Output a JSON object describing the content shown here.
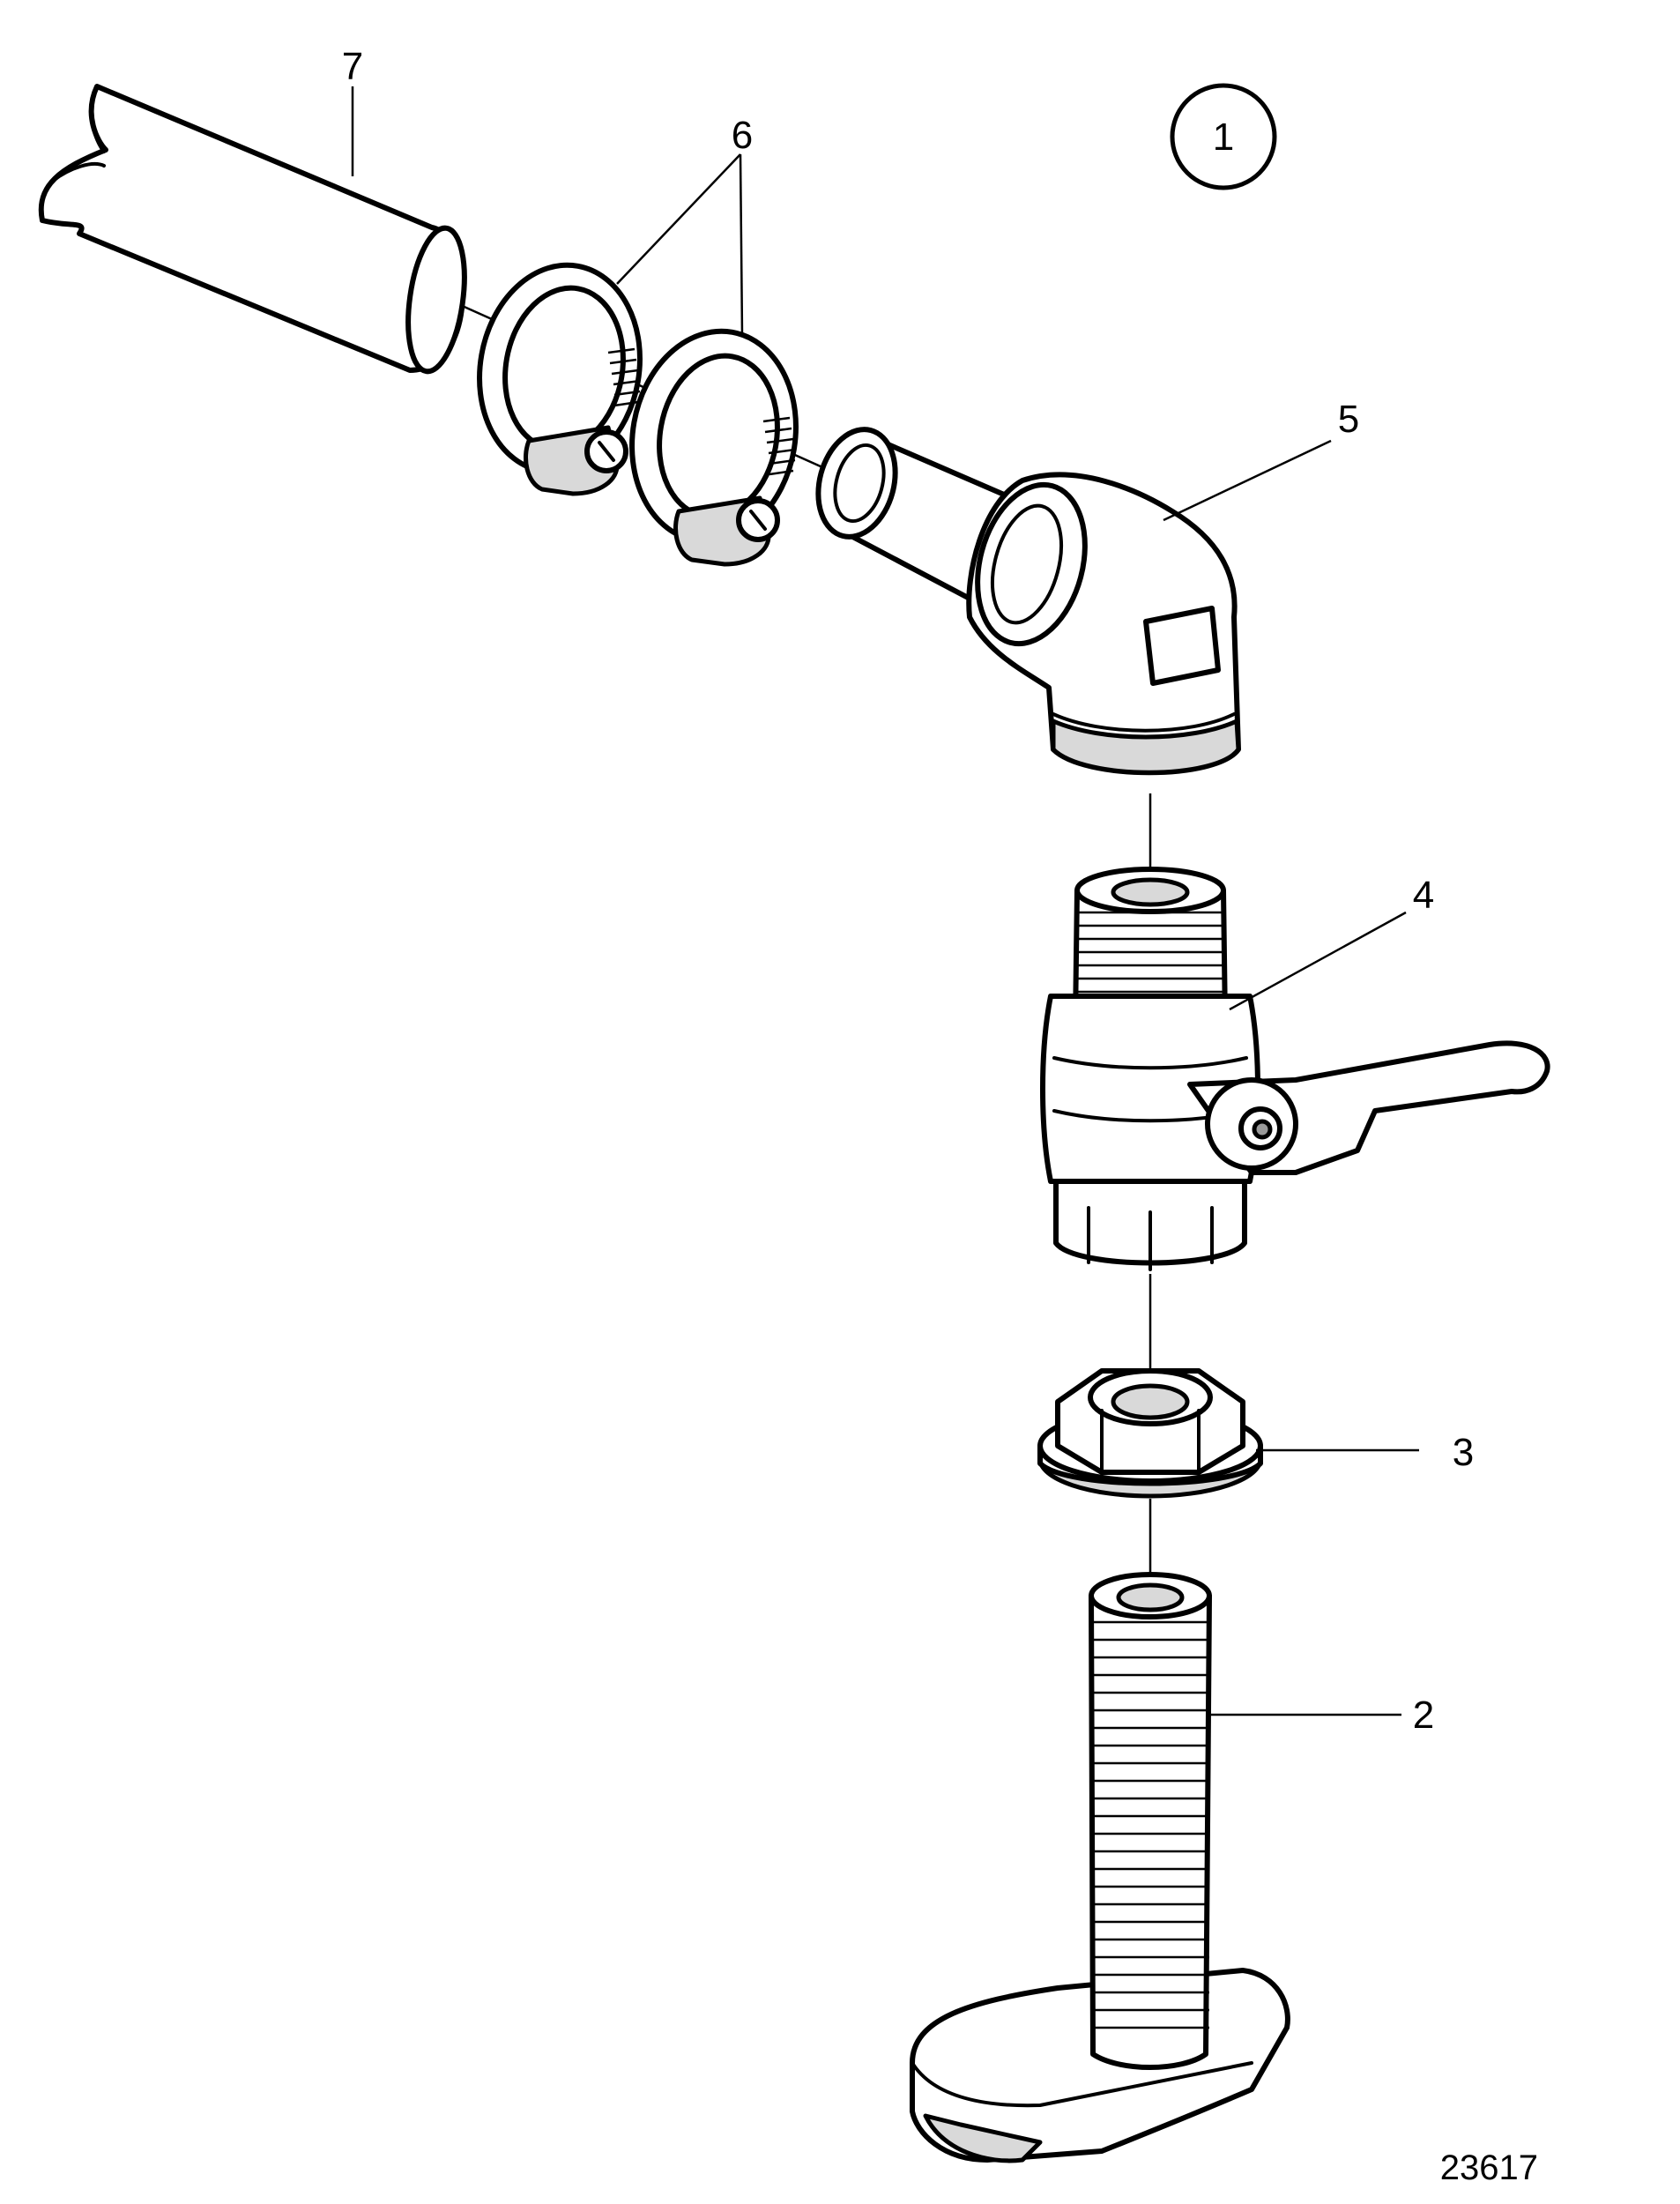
{
  "figure": {
    "view_marker": "1",
    "drawing_number": "23617"
  },
  "callouts": [
    {
      "id": "2",
      "text": "2"
    },
    {
      "id": "3",
      "text": "3"
    },
    {
      "id": "4",
      "text": "4"
    },
    {
      "id": "5",
      "text": "5"
    },
    {
      "id": "6",
      "text": "6"
    },
    {
      "id": "7",
      "text": "7"
    }
  ],
  "colors": {
    "line": "#000000",
    "background": "#ffffff",
    "shade": "#d9d9d9"
  }
}
